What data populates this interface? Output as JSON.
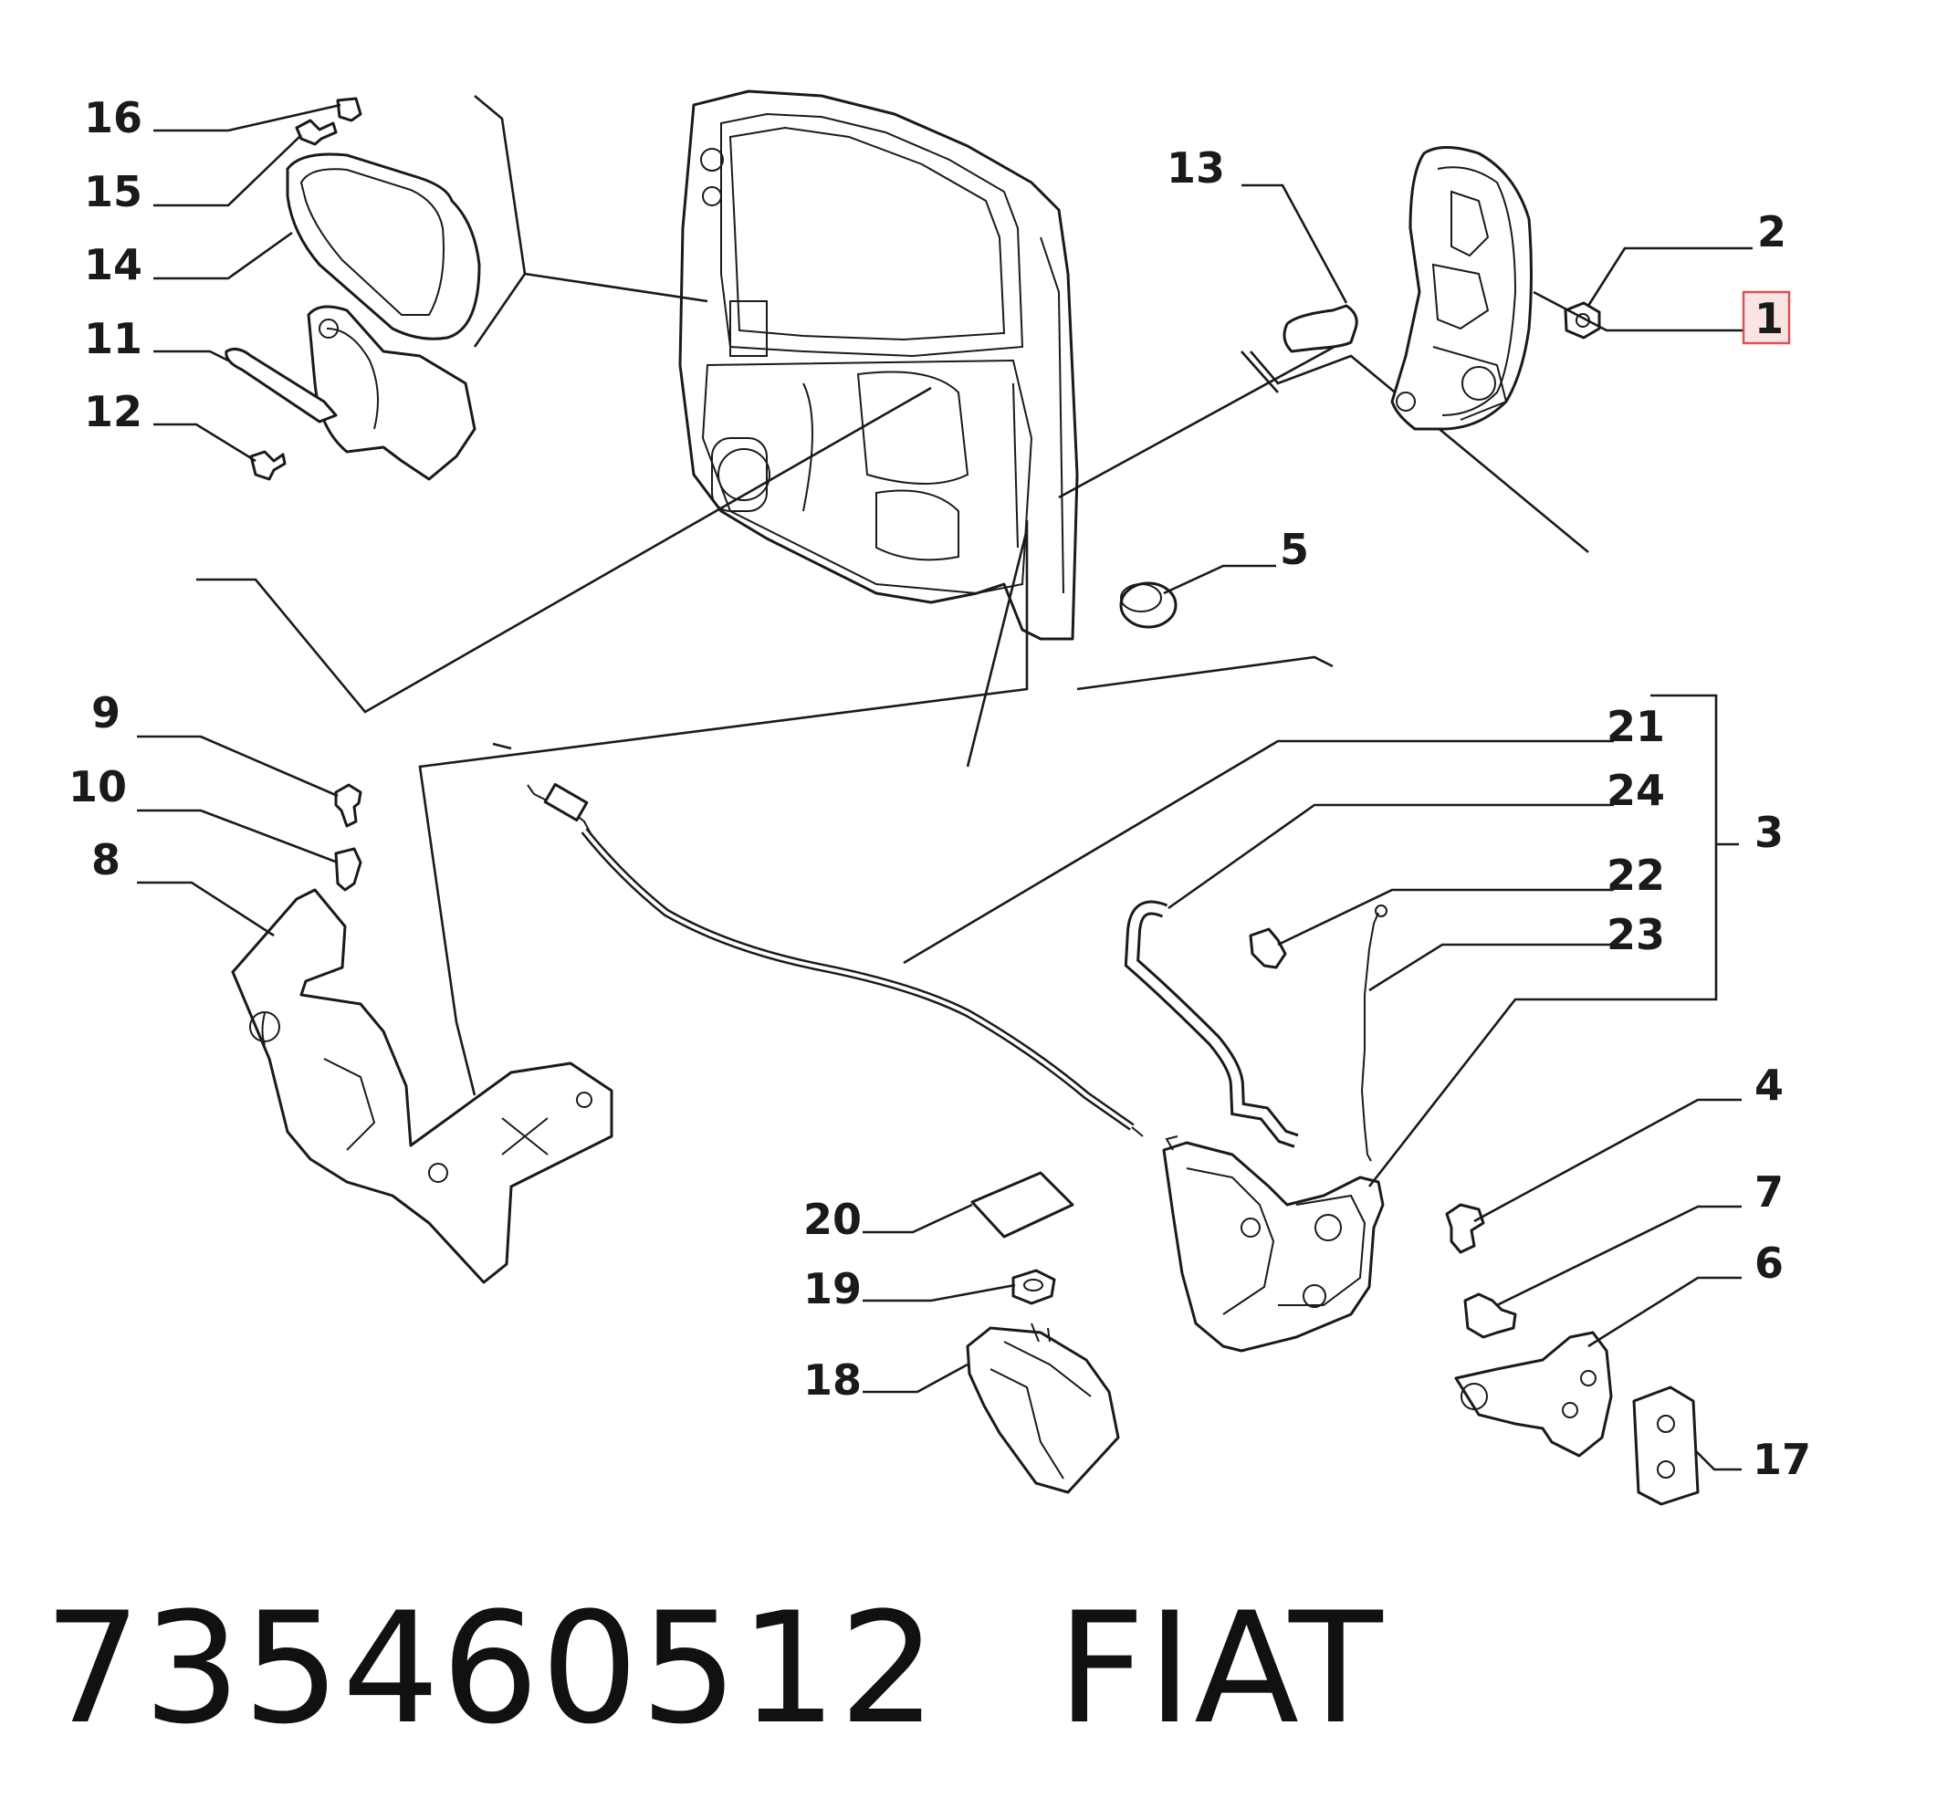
{
  "diagram": {
    "callouts": [
      {
        "id": "16",
        "text": "16"
      },
      {
        "id": "15",
        "text": "15"
      },
      {
        "id": "14",
        "text": "14"
      },
      {
        "id": "11",
        "text": "11"
      },
      {
        "id": "12",
        "text": "12"
      },
      {
        "id": "13",
        "text": "13"
      },
      {
        "id": "2",
        "text": "2"
      },
      {
        "id": "1",
        "text": "1",
        "highlighted": true
      },
      {
        "id": "5",
        "text": "5"
      },
      {
        "id": "9",
        "text": "9"
      },
      {
        "id": "10",
        "text": "10"
      },
      {
        "id": "8",
        "text": "8"
      },
      {
        "id": "21",
        "text": "21"
      },
      {
        "id": "24",
        "text": "24"
      },
      {
        "id": "3",
        "text": "3"
      },
      {
        "id": "22",
        "text": "22"
      },
      {
        "id": "23",
        "text": "23"
      },
      {
        "id": "4",
        "text": "4"
      },
      {
        "id": "7",
        "text": "7"
      },
      {
        "id": "6",
        "text": "6"
      },
      {
        "id": "17",
        "text": "17"
      },
      {
        "id": "20",
        "text": "20"
      },
      {
        "id": "19",
        "text": "19"
      },
      {
        "id": "18",
        "text": "18"
      }
    ],
    "highlight_color": "#d9534f"
  },
  "footer": {
    "part_number": "735460512",
    "brand": "FIAT"
  }
}
